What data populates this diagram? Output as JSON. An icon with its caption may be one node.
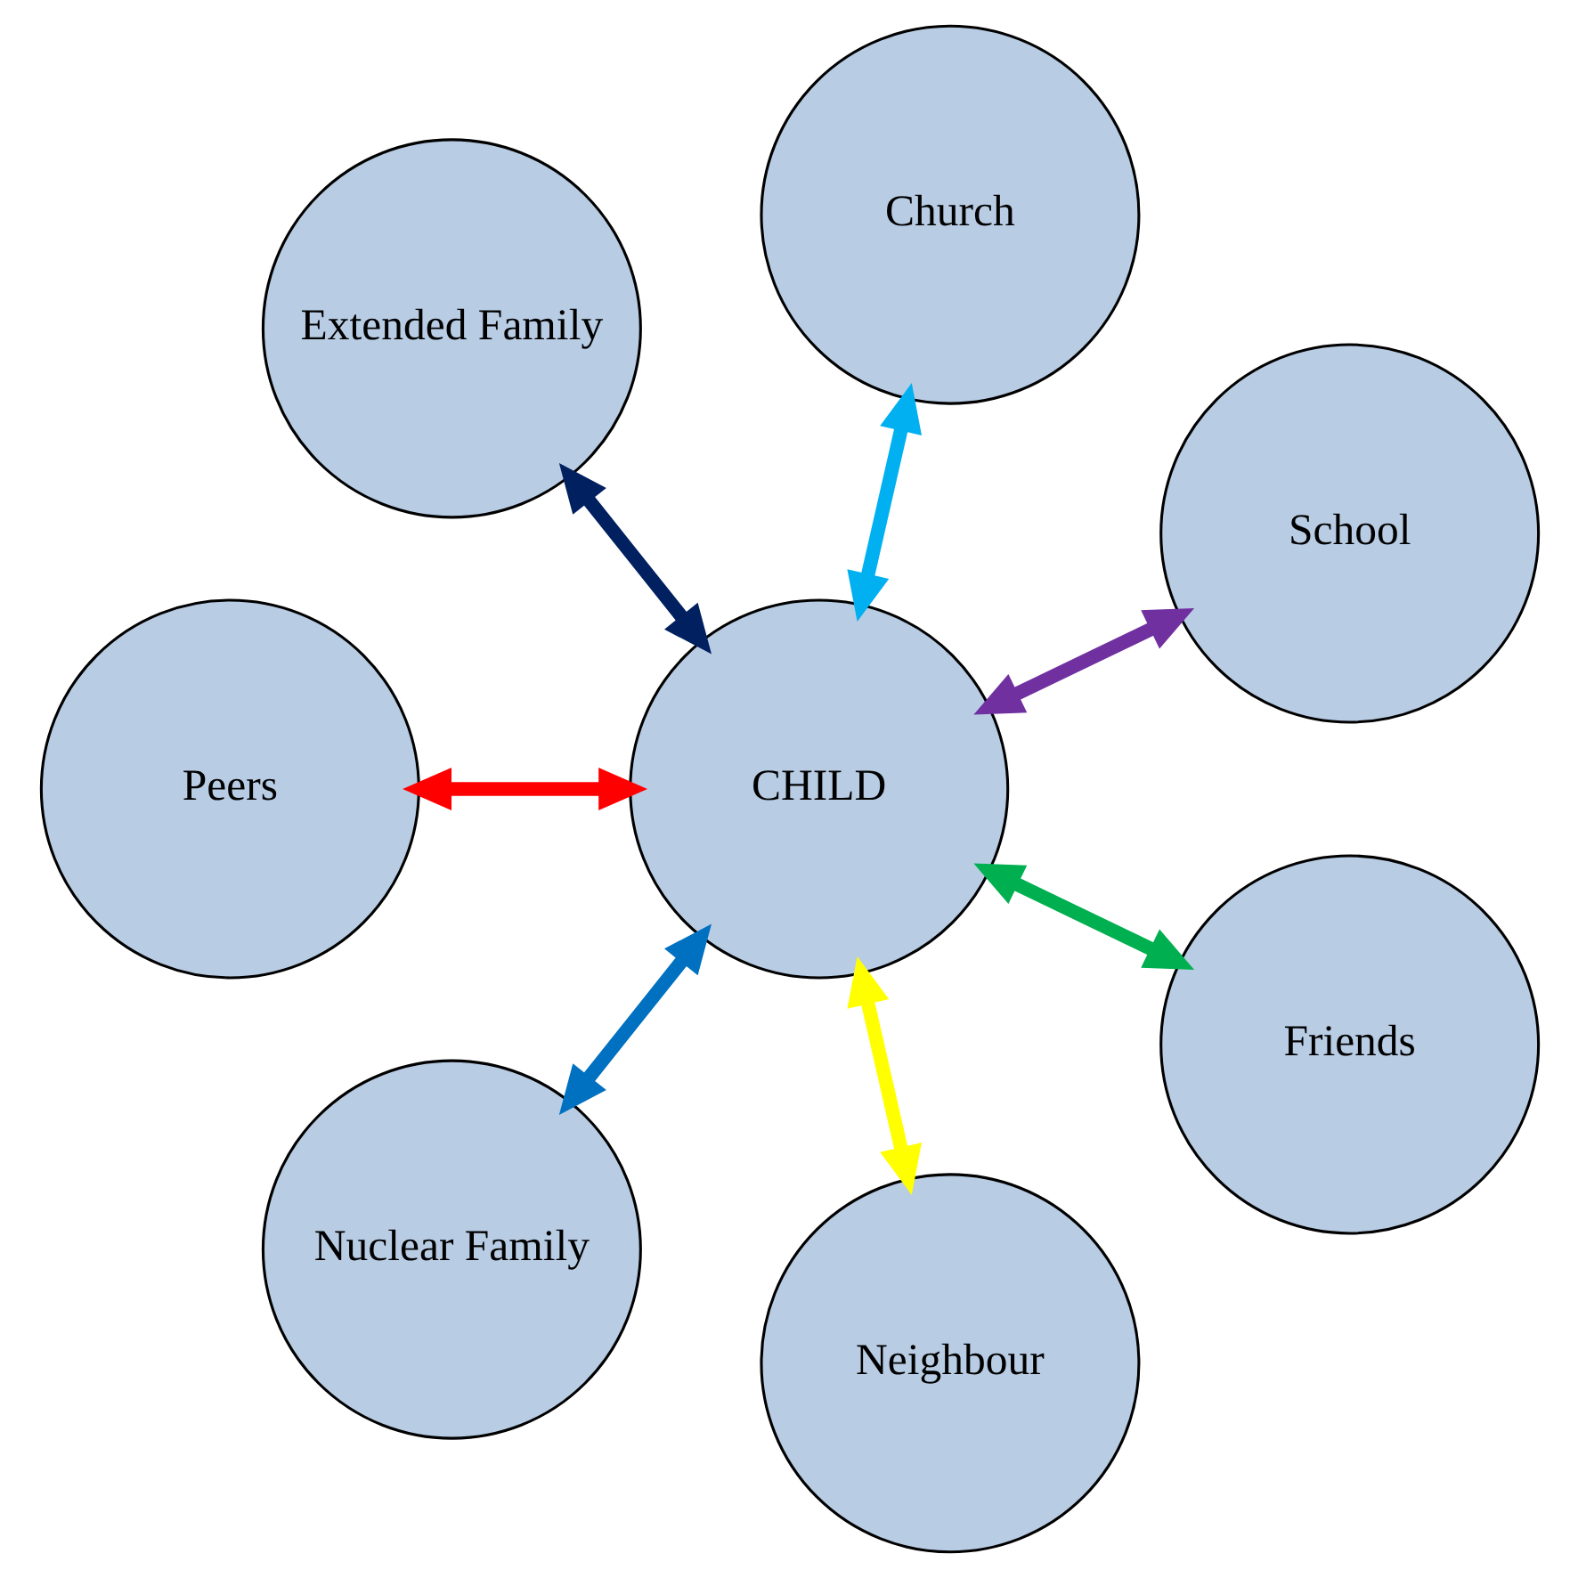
{
  "diagram": {
    "nodes": [
      {
        "text": [
          "School"
        ]
      },
      {
        "text": [
          "Church"
        ]
      },
      {
        "text": [
          "Extended Family"
        ]
      },
      {
        "text": [
          "CHILD"
        ]
      },
      {
        "text": [
          "Peers"
        ]
      },
      {
        "text": [
          "Nuclear Family"
        ]
      },
      {
        "text": [
          "Neighbour"
        ]
      },
      {
        "text": [
          "Friends"
        ]
      }
    ],
    "edges": [
      {
        "from": 3,
        "to": 0,
        "arrow": "both",
        "color": "#7030a0"
      },
      {
        "from": 3,
        "to": 1,
        "arrow": "both",
        "color": "#00b0f0"
      },
      {
        "from": 3,
        "to": 2,
        "arrow": "both",
        "color": "#002060"
      },
      {
        "from": 3,
        "to": 4,
        "arrow": "both",
        "color": "#ff0000"
      },
      {
        "from": 3,
        "to": 5,
        "arrow": "both",
        "color": "#0070c0"
      },
      {
        "from": 3,
        "to": 6,
        "arrow": "both",
        "color": "#ffff00"
      },
      {
        "from": 3,
        "to": 7,
        "arrow": "both",
        "color": "#00b050"
      }
    ]
  }
}
